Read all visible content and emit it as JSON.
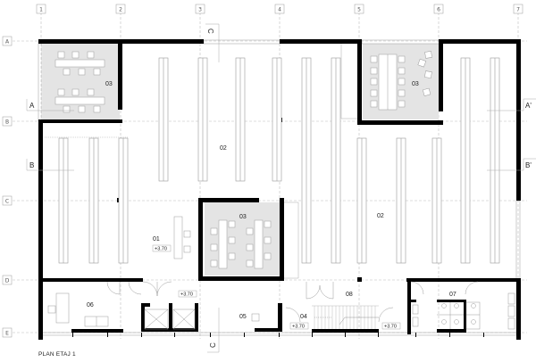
{
  "drawing": {
    "title": "PLAN ETAJ 1",
    "colors": {
      "wall": "#000000",
      "room_fill": "#e6e6e6",
      "grid_line": "#bbbbbb",
      "furniture_line": "#999999"
    }
  },
  "grid": {
    "columns": [
      "1",
      "2",
      "3",
      "4",
      "5",
      "6",
      "7"
    ],
    "rows": [
      "A",
      "B",
      "C",
      "D",
      "E"
    ]
  },
  "section_markers": {
    "A": "A",
    "A_prime": "A'",
    "B": "B",
    "B_prime": "B'",
    "C_top": "C",
    "C_bottom": "C"
  },
  "rooms": [
    {
      "id": "01",
      "label": "01",
      "level": "+3.70"
    },
    {
      "id": "02a",
      "label": "02"
    },
    {
      "id": "02b",
      "label": "02"
    },
    {
      "id": "03a",
      "label": "03"
    },
    {
      "id": "03b",
      "label": "03"
    },
    {
      "id": "03c",
      "label": "03"
    },
    {
      "id": "04",
      "label": "04",
      "level": "+3.70"
    },
    {
      "id": "05",
      "label": "05"
    },
    {
      "id": "06",
      "label": "06"
    },
    {
      "id": "07",
      "label": "07"
    },
    {
      "id": "08",
      "label": "08"
    }
  ],
  "levels": {
    "corridor": "+3.70",
    "stair_right": "+3.70"
  }
}
